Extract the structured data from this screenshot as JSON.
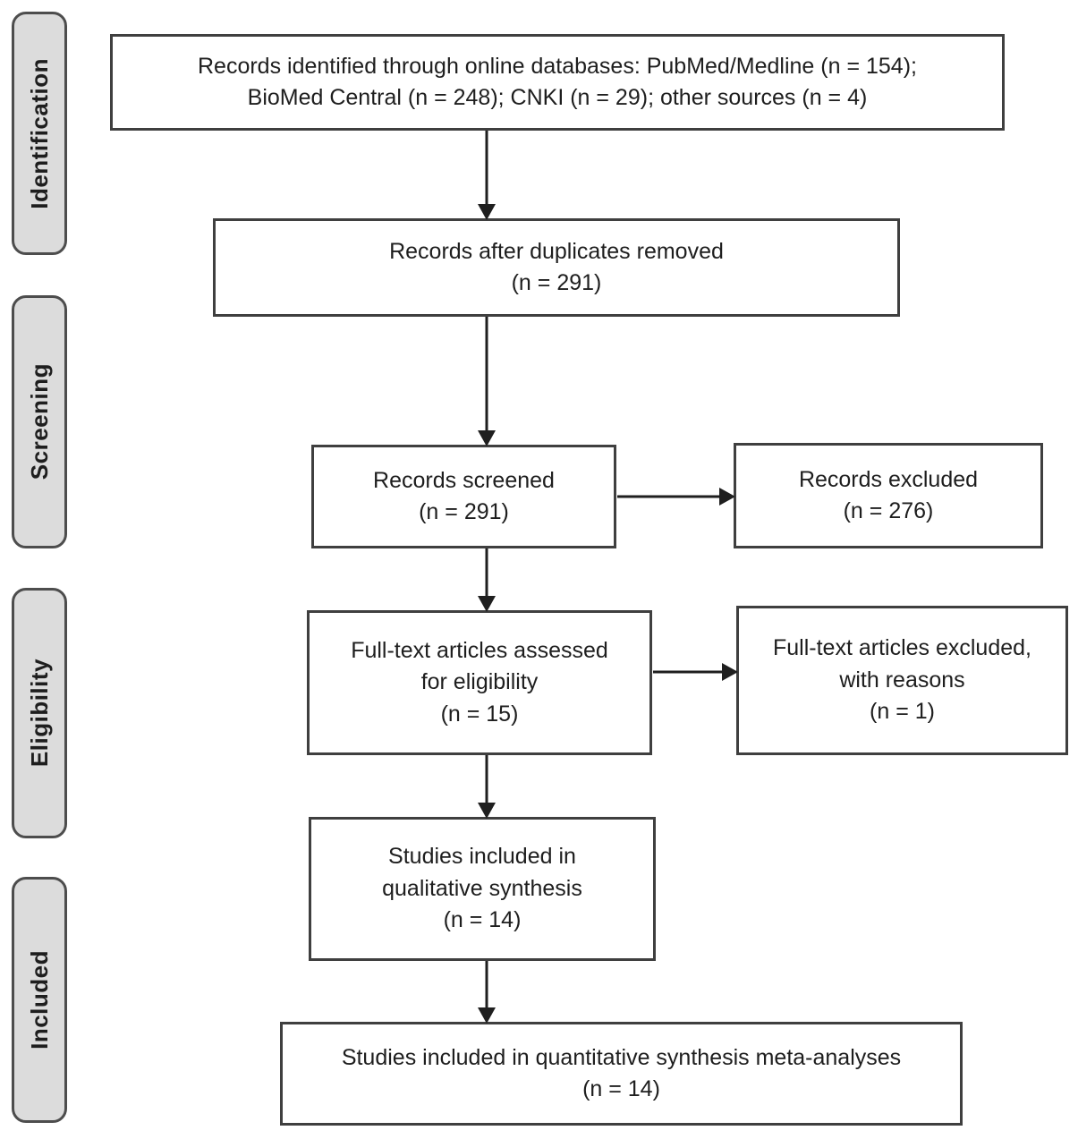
{
  "phases": [
    {
      "label": "Identification"
    },
    {
      "label": "Screening"
    },
    {
      "label": "Eligibility"
    },
    {
      "label": "Included"
    }
  ],
  "boxes": {
    "identified": {
      "text": "Records identified through online databases: PubMed/Medline (n = 154);\nBioMed Central (n = 248); CNKI (n = 29); other sources (n = 4)",
      "n_pubmed_medline": 154,
      "n_biomed_central": 248,
      "n_cnki": 29,
      "n_other_sources": 4
    },
    "deduplicated": {
      "text": "Records after duplicates removed\n(n = 291)",
      "n": 291
    },
    "screened": {
      "text": "Records screened\n(n = 291)",
      "n": 291
    },
    "records_excluded": {
      "text": "Records excluded\n(n = 276)",
      "n": 276
    },
    "fulltext_assessed": {
      "text": "Full-text articles assessed\nfor eligibility\n(n = 15)",
      "n": 15
    },
    "fulltext_excluded": {
      "text": "Full-text articles excluded,\nwith reasons\n(n = 1)",
      "n": 1
    },
    "qualitative": {
      "text": "Studies included in\nqualitative synthesis\n(n = 14)",
      "n": 14
    },
    "quantitative": {
      "text": "Studies included in quantitative synthesis meta-analyses\n(n = 14)",
      "n": 14
    }
  },
  "colors": {
    "box_border": "#3f3f3f",
    "arrow": "#1f1f1f",
    "phase_fill": "#dcdcdc",
    "phase_border": "#4d4d4d",
    "text": "#1e1e1e",
    "bg": "#ffffff"
  }
}
